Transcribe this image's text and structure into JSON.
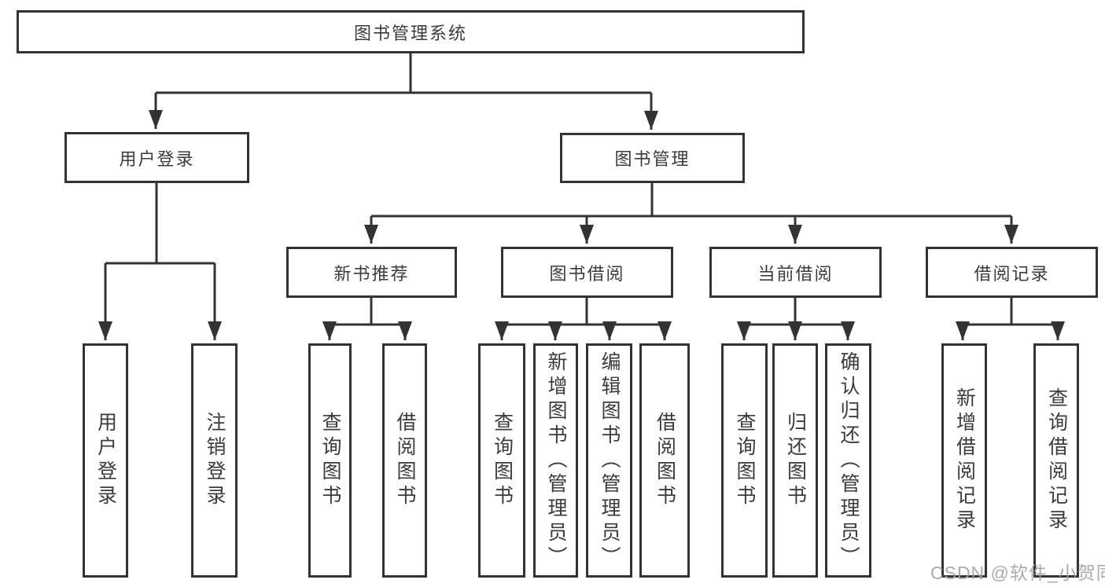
{
  "tree": {
    "root": {
      "label": "图书管理系统",
      "children": [
        {
          "label": "用户登录",
          "children": [
            {
              "label": "用户登录"
            },
            {
              "label": "注销登录"
            }
          ]
        },
        {
          "label": "图书管理",
          "children": [
            {
              "label": "新书推荐",
              "children": [
                {
                  "label": "查询图书"
                },
                {
                  "label": "借阅图书"
                }
              ]
            },
            {
              "label": "图书借阅",
              "children": [
                {
                  "label": "查询图书"
                },
                {
                  "label": "新增图书（管理员）"
                },
                {
                  "label": "编辑图书（管理员）"
                },
                {
                  "label": "借阅图书"
                }
              ]
            },
            {
              "label": "当前借阅",
              "children": [
                {
                  "label": "查询图书"
                },
                {
                  "label": "归还图书"
                },
                {
                  "label": "确认归还（管理员）"
                }
              ]
            },
            {
              "label": "借阅记录",
              "children": [
                {
                  "label": "新增借阅记录"
                },
                {
                  "label": "查询借阅记录"
                }
              ]
            }
          ]
        }
      ]
    }
  },
  "watermark": {
    "text": "CSDN @软件_小贺同学"
  },
  "colors": {
    "line": "#333333",
    "box_border": "#333333",
    "text": "#3b3b3b",
    "watermark": "#a2a2a2",
    "background": "#ffffff"
  }
}
